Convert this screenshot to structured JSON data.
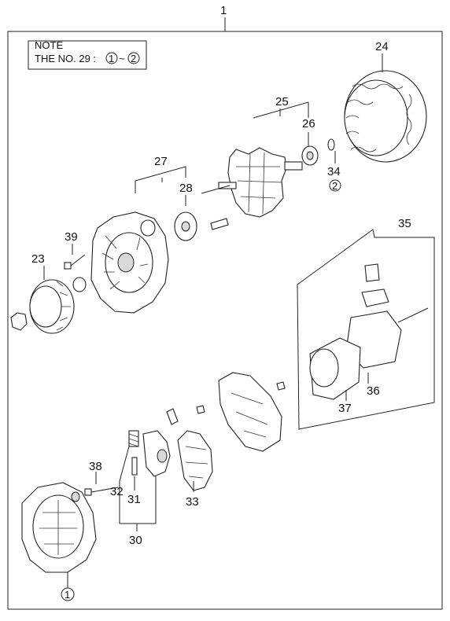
{
  "note": {
    "title": "NOTE",
    "text": "THE NO. 29 :",
    "range_start": "1",
    "range_sep": "~",
    "range_end": "2"
  },
  "labels": {
    "p1": "1",
    "p23": "23",
    "p24": "24",
    "p25": "25",
    "p26": "26",
    "p27": "27",
    "p28": "28",
    "p30": "30",
    "p31": "31",
    "p32": "32",
    "p33": "33",
    "p34": "34",
    "p35": "35",
    "p36": "36",
    "p37": "37",
    "p38": "38",
    "p39": "39"
  },
  "callouts": {
    "c1": "1",
    "c2": "2"
  }
}
